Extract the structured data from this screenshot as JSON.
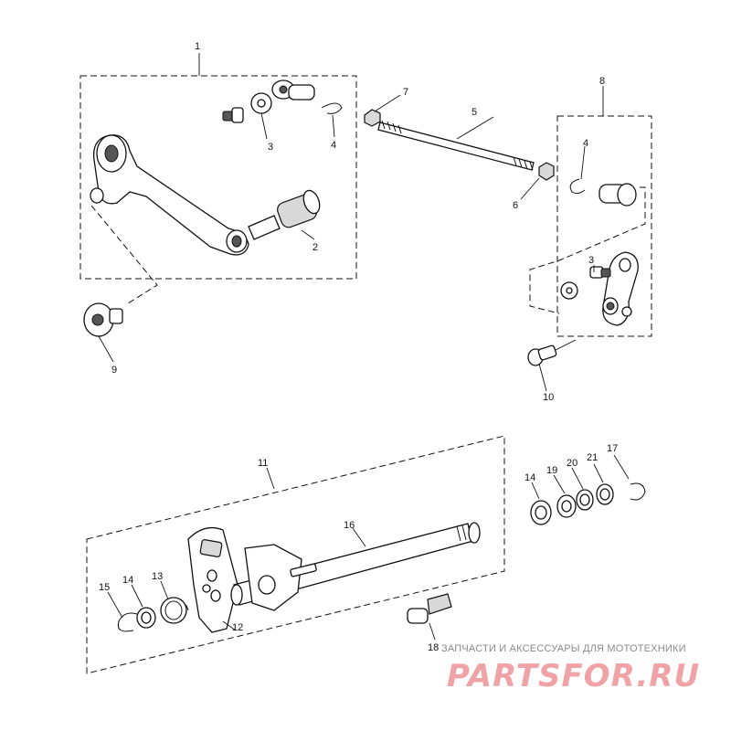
{
  "diagram": {
    "callouts": {
      "c1": "1",
      "c2": "2",
      "c3a": "3",
      "c4a": "4",
      "c5": "5",
      "c6": "6",
      "c7": "7",
      "c8": "8",
      "c4b": "4",
      "c3b": "3",
      "c9": "9",
      "c10": "10",
      "c11": "11",
      "c12": "12",
      "c13": "13",
      "c14a": "14",
      "c15": "15",
      "c16": "16",
      "c14b": "14",
      "c19": "19",
      "c20": "20",
      "c21": "21",
      "c17": "17",
      "c18": "18"
    }
  },
  "watermark": {
    "tagline": "ЗАПЧАСТИ И АКСЕССУАРЫ ДЛЯ МОТОТЕХНИКИ",
    "logo": "PARTSFOR.RU"
  },
  "colors": {
    "line": "#111111",
    "watermark_logo": "#f0a3a6",
    "watermark_text": "#8a8a8a"
  }
}
